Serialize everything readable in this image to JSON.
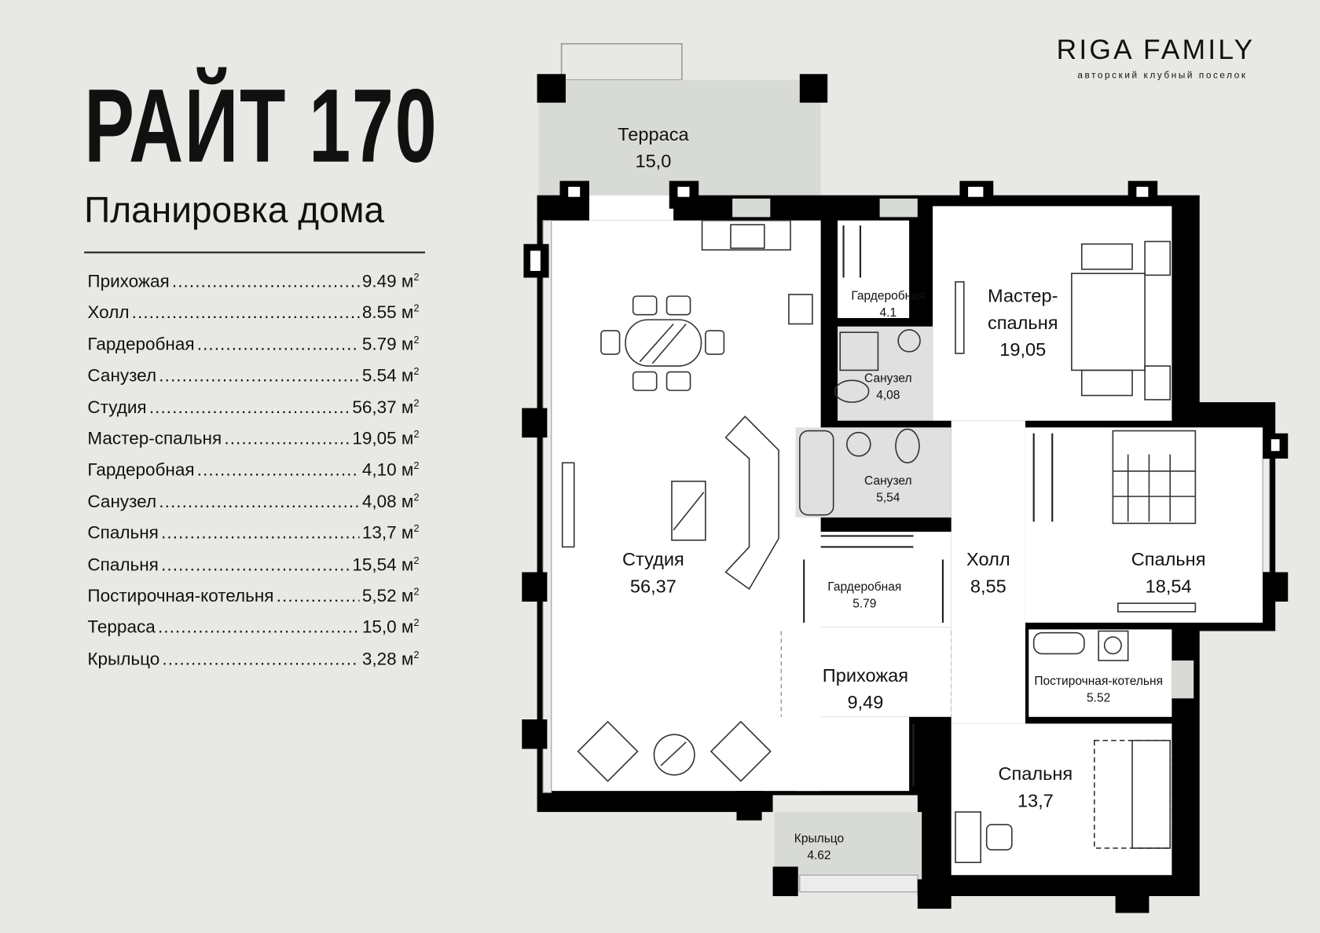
{
  "header": {
    "title": "РАЙТ 170",
    "subtitle": "Планировка дома"
  },
  "logo": {
    "name": "RIGA FAMILY",
    "tagline": "авторский клубный поселок"
  },
  "unit": "м",
  "unit_exp": "2",
  "areas": [
    {
      "name": "Прихожая",
      "value": "9.49"
    },
    {
      "name": "Холл",
      "value": "8.55"
    },
    {
      "name": "Гардеробная",
      "value": "5.79"
    },
    {
      "name": "Санузел",
      "value": "5.54"
    },
    {
      "name": "Студия",
      "value": "56,37"
    },
    {
      "name": "Мастер-спальня",
      "value": "19,05"
    },
    {
      "name": "Гардеробная",
      "value": "4,10"
    },
    {
      "name": "Санузел",
      "value": "4,08"
    },
    {
      "name": "Спальня",
      "value": "13,7"
    },
    {
      "name": "Спальня",
      "value": "15,54"
    },
    {
      "name": "Постирочная-котельня",
      "value": "5,52"
    },
    {
      "name": "Терраса",
      "value": "15,0"
    },
    {
      "name": "Крыльцо",
      "value": "3,28"
    }
  ],
  "plan": {
    "terrace": {
      "name": "Терраса",
      "area": "15,0"
    },
    "studio": {
      "name": "Студия",
      "area": "56,37"
    },
    "wardrobe_small": {
      "name": "Гардеробная",
      "area": "4.1"
    },
    "master": {
      "name1": "Мастер-",
      "name2": "спальня",
      "area": "19,05"
    },
    "bath_small": {
      "name": "Санузел",
      "area": "4,08"
    },
    "bath_large": {
      "name": "Санузел",
      "area": "5,54"
    },
    "wardrobe_large": {
      "name": "Гардеробная",
      "area": "5.79"
    },
    "hall": {
      "name": "Холл",
      "area": "8,55"
    },
    "bedroom_right": {
      "name": "Спальня",
      "area": "18,54"
    },
    "entry": {
      "name": "Прихожая",
      "area": "9,49"
    },
    "laundry": {
      "name": "Постирочная-котельня",
      "area": "5.52"
    },
    "bedroom_bottom": {
      "name": "Спальня",
      "area": "13,7"
    },
    "porch": {
      "name": "Крыльцо",
      "area": "4.62"
    }
  }
}
